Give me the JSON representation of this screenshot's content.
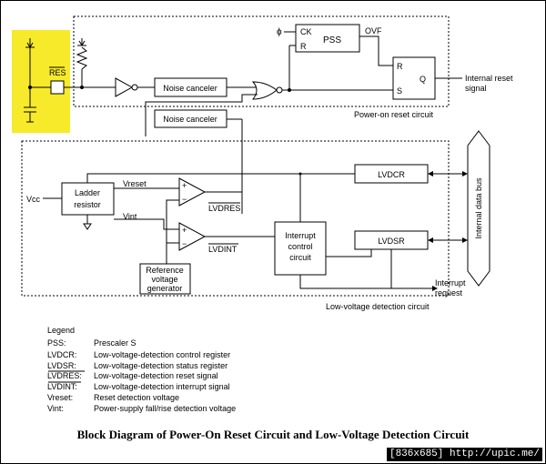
{
  "caption": "Block Diagram of Power-On Reset Circuit and Low-Voltage Detection Circuit",
  "footer": "[836x685] http://upic.me/",
  "colors": {
    "highlight": "#f7ea2a",
    "line": "#000000",
    "background": "#ffffff"
  },
  "pins": {
    "res": "RES",
    "vcc": "Vcc",
    "phi": "ϕ"
  },
  "blocks": {
    "noise1": "Noise canceler",
    "noise2": "Noise canceler",
    "pss": "PSS",
    "ck": "CK",
    "r": "R",
    "ovf": "OVF",
    "ff_r": "R",
    "ff_s": "S",
    "ff_q": "Q",
    "ladder1": "Ladder",
    "ladder2": "resistor",
    "lvdcr": "LVDCR",
    "lvdsr": "LVDSR",
    "int1": "Interrupt",
    "int2": "control",
    "int3": "circuit",
    "ref1": "Reference",
    "ref2": "voltage",
    "ref3": "generator"
  },
  "signals": {
    "internal_reset1": "Internal reset",
    "internal_reset2": "signal",
    "vreset": "Vreset",
    "vint": "Vint",
    "lvdres": "LVDRES",
    "lvdint": "LVDINT",
    "interrupt_req1": "Interrupt",
    "interrupt_req2": "request",
    "bus": "Internal data bus",
    "plus": "+",
    "minus": "−"
  },
  "regions": {
    "por": "Power-on reset circuit",
    "lvd": "Low-voltage detection circuit"
  },
  "legend": {
    "heading": "Legend",
    "items": [
      {
        "term": "PSS:",
        "desc": "Prescaler S"
      },
      {
        "term": "LVDCR:",
        "desc": "Low-voltage-detection control register"
      },
      {
        "term": "LVDSR:",
        "desc": "Low-voltage-detection status register"
      },
      {
        "term": "LVDRES:",
        "desc": "Low-voltage-detection reset signal"
      },
      {
        "term": "LVDINT:",
        "desc": "Low-voltage-detection interrupt signal"
      },
      {
        "term": "Vreset:",
        "desc": "Reset detection voltage"
      },
      {
        "term": "Vint:",
        "desc": "Power-supply fall/rise detection voltage"
      }
    ]
  }
}
